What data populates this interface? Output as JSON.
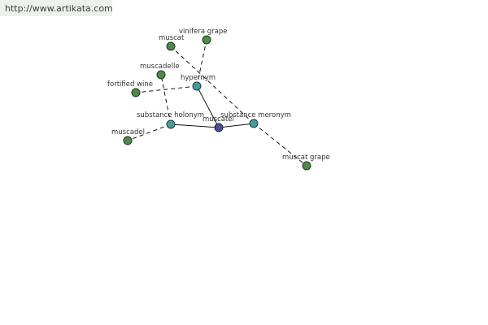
{
  "banner": {
    "url": "http://www.artikata.com"
  },
  "graph": {
    "center": "muscatel",
    "relations": {
      "hypernym": "hypernym",
      "holonym": "substance holonym",
      "meronym": "substance meronym"
    },
    "leaves": {
      "vinifera_grape": "vinifera grape",
      "muscat": "muscat",
      "muscadelle": "muscadelle",
      "fortified_wine": "fortified wine",
      "muscadel": "muscadel",
      "muscat_grape": "muscat grape"
    }
  },
  "colors": {
    "leaf": "#4f8a4a",
    "relation": "#4b9a9c",
    "center": "#4c4f96"
  }
}
